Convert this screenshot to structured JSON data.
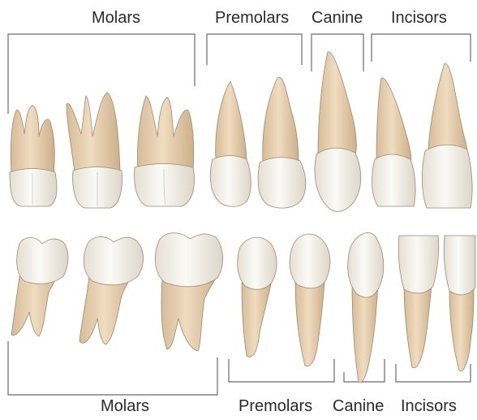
{
  "top_labels": {
    "molars": "Molars",
    "premolars": "Premolars",
    "canine": "Canine",
    "incisors": "Incisors"
  },
  "bottom_labels": {
    "molars": "Molars",
    "premolars": "Premolars",
    "canine": "Canine",
    "incisors": "Incisors"
  },
  "colors": {
    "root": "#e8d3b4",
    "root_shade": "#cfb38d",
    "crown": "#f4f1ea",
    "crown_shade": "#d9d3c6",
    "outline": "#9c8a73",
    "bracket": "#6b6b6b",
    "text": "#2a2a2a"
  }
}
